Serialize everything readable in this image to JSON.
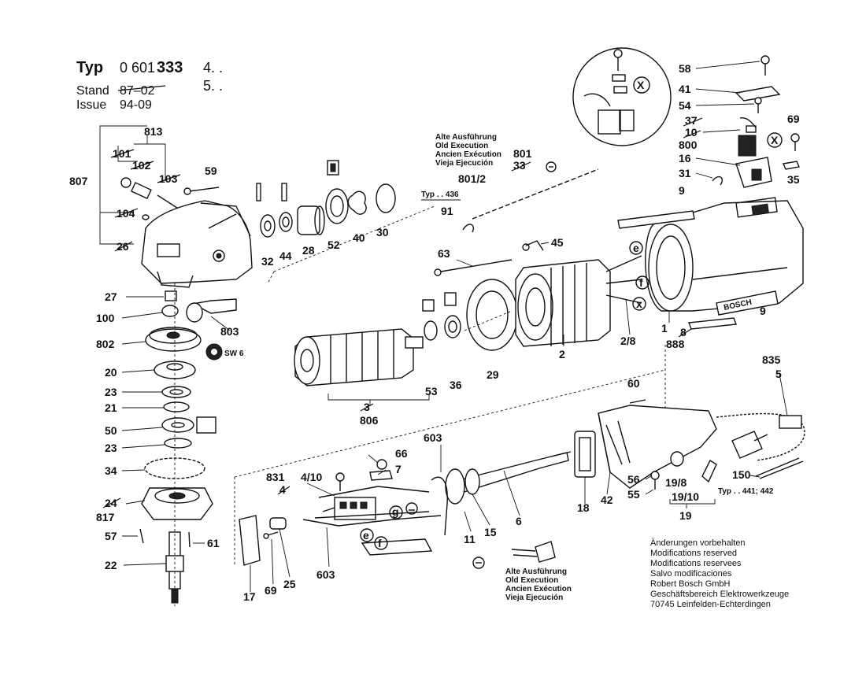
{
  "header": {
    "typ_label": "Typ",
    "typ_number_prefix": "0 601",
    "typ_number_main": "333",
    "typ_variant_1": "4. .",
    "typ_variant_2": "5. .",
    "stand_label": "Stand",
    "stand_value": "87–02",
    "issue_label": "Issue",
    "issue_value": "94-09"
  },
  "notes": {
    "lines": [
      "Änderungen vorbehalten",
      "Modifications reserved",
      "Modifications reservees",
      "Salvo modificaciones",
      "Robert Bosch GmbH",
      "Geschäftsbereich Elektrowerkzeuge",
      "70745 Leinfelden-Echterdingen"
    ]
  },
  "old_execution_top": [
    "Alte Ausführung",
    "Old Execution",
    "Ancien Exécution",
    "Vieja Ejecución"
  ],
  "old_execution_bottom": [
    "Alte Ausführung",
    "Old Execution",
    "Ancien Exécution",
    "Vieja Ejecución"
  ],
  "typ_notes": {
    "typ_436": "Typ . . 436",
    "typ_441_442": "Typ . . 441; 442"
  },
  "brand_plate": "BOSCH",
  "circle_letters": {
    "x_detail": "X",
    "x_right": "X",
    "e": "e",
    "f": "f",
    "x_small": "x",
    "g_bottom": "g",
    "e_bottom": "e",
    "f_bottom": "f"
  },
  "parts": {
    "p58": "58",
    "p41": "41",
    "p54": "54",
    "p37": "37",
    "p10": "10",
    "p800": "800",
    "p69a": "69",
    "p16": "16",
    "p31": "31",
    "p35": "35",
    "p9a": "9",
    "p9b": "9",
    "p801": "801",
    "p33": "33",
    "p801_2": "801/2",
    "p91": "91",
    "p813": "813",
    "p101": "101",
    "p102": "102",
    "p103": "103",
    "p807": "807",
    "p104": "104",
    "p26": "26",
    "p59": "59",
    "p32": "32",
    "p44": "44",
    "p28": "28",
    "p52": "52",
    "p40": "40",
    "p30": "30",
    "p63": "63",
    "p45": "45",
    "p27": "27",
    "p100": "100",
    "p803": "803",
    "p802": "802",
    "sw6": "SW 6",
    "p20": "20",
    "p23a": "23",
    "p21": "21",
    "p50": "50",
    "p23b": "23",
    "p34": "34",
    "p24": "24",
    "p817": "817",
    "p57": "57",
    "p61": "61",
    "p22": "22",
    "p3": "3",
    "p806": "806",
    "p53": "53",
    "p36": "36",
    "p29": "29",
    "p2": "2",
    "p2_8": "2/8",
    "p1": "1",
    "p8": "8",
    "p888": "888",
    "p835": "835",
    "p5": "5",
    "p60": "60",
    "p603a": "603",
    "p66": "66",
    "p7": "7",
    "p831": "831",
    "p4_10": "4/10",
    "p4": "4",
    "p18": "18",
    "p42": "42",
    "p56": "56",
    "p55": "55",
    "p19_8": "19/8",
    "p19_10": "19/10",
    "p19": "19",
    "p150": "150",
    "p6": "6",
    "p15": "15",
    "p11": "11",
    "p603b": "603",
    "p17": "17",
    "p69b": "69",
    "p25": "25"
  }
}
